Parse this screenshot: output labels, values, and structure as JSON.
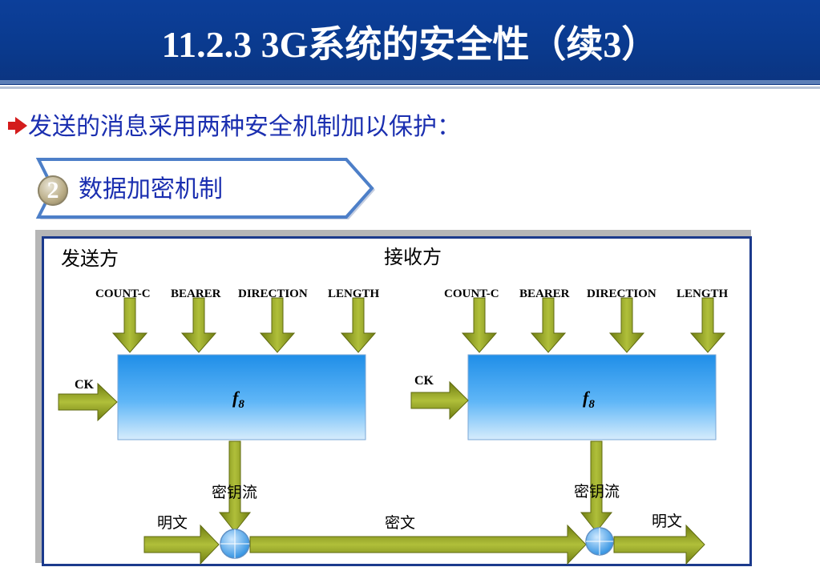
{
  "header": {
    "title": "11.2.3 3G系统的安全性（续3）"
  },
  "bullet": {
    "text": "发送的消息采用两种安全机制加以保护："
  },
  "section": {
    "number": "2",
    "label": "数据加密机制"
  },
  "diagram": {
    "sender_label": "发送方",
    "receiver_label": "接收方",
    "inputs": [
      "COUNT-C",
      "BEARER",
      "DIRECTION",
      "LENGTH"
    ],
    "key_label": "CK",
    "function_base": "f",
    "function_sub": "8",
    "keystream_label": "密钥流",
    "plaintext_label": "明文",
    "ciphertext_label": "密文",
    "plaintext_out_label": "明文"
  },
  "colors": {
    "header_bg": "#0c3f9a",
    "text_blue": "#1b2fb0",
    "arrow_olive": "#8c9a1e",
    "box_blue": "#2f9bf0"
  }
}
